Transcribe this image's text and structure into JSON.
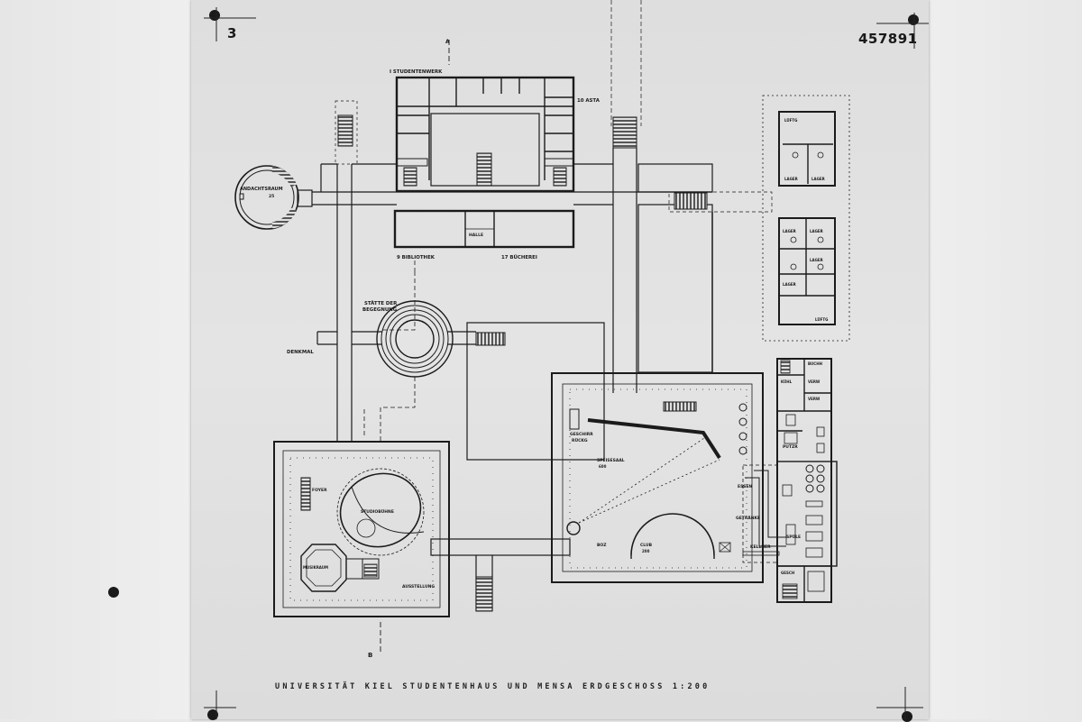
{
  "sheet": {
    "number": "3",
    "negative_number": "457891"
  },
  "title_block": {
    "text": "UNIVERSITÄT KIEL   STUDENTENHAUS UND MENSA   ERDGESCHOSS 1:200"
  },
  "section_marks": {
    "a": "A",
    "b": "B"
  },
  "labels": {
    "studentenwerk": "I STUDENTENWERK",
    "asta": "10 ASTA",
    "andachtsraum": "ANDACHTSRAUM",
    "andachtsraum_no": "25",
    "bibliothek": "9 BIBLIOTHEK",
    "buecherei": "17 BÜCHEREI",
    "halle": "HALLE",
    "stätte": "STÄTTE DER",
    "begegnung": "BEGEGNUNG",
    "denkmal": "DENKMAL",
    "foyer": "FOYER",
    "studiobuehne": "STUDIOBÜHNE",
    "musikraum": "MUSIKRAUM",
    "ausstellung": "AUSSTELLUNG",
    "geschirr": "GESCHIRR",
    "rueckg": "RÜCKG",
    "speisesaal": "SPEISESAAL",
    "speisesaal_no": "600",
    "club": "CLUB",
    "club_no": "200",
    "boz": "BOZ",
    "essen": "ESSEN",
    "getraenke": "GETRÄNKE",
    "kellner": "KELLNER",
    "spuele": "SPÜLE",
    "putzr": "PUTZR",
    "buchh": "BUCHH",
    "verw": "VERW",
    "kuehl": "KÜHL",
    "gesch": "GESCH",
    "lufte": "LÜFTG",
    "lager": "LAGER"
  },
  "colors": {
    "ink": "#1b1b1b",
    "paper": "#e2e2e2",
    "wall": "#ebebeb"
  }
}
